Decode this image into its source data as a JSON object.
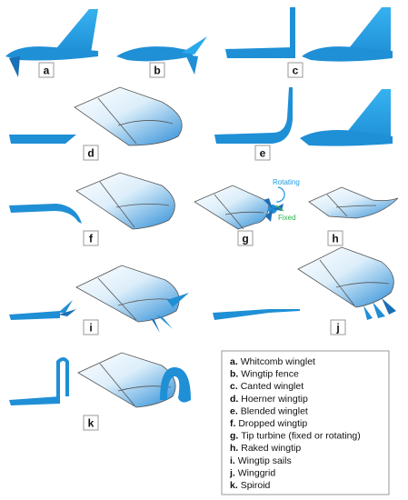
{
  "panel_labels": {
    "a": "a",
    "b": "b",
    "c": "c",
    "d": "d",
    "e": "e",
    "f": "f",
    "g": "g",
    "h": "h",
    "i": "i",
    "j": "j",
    "k": "k"
  },
  "annotations": {
    "rotating": "Rotating",
    "fixed": "Fixed"
  },
  "legend": [
    {
      "letter": "a.",
      "text": "Whitcomb winglet"
    },
    {
      "letter": "b.",
      "text": "Wingtip fence"
    },
    {
      "letter": "c.",
      "text": "Canted winglet"
    },
    {
      "letter": "d.",
      "text": "Hoerner wingtip"
    },
    {
      "letter": "e.",
      "text": "Blended winglet"
    },
    {
      "letter": "f.",
      "text": "Dropped wingtip"
    },
    {
      "letter": "g.",
      "text": "Tip turbine (fixed or rotating)"
    },
    {
      "letter": "h.",
      "text": "Raked wingtip"
    },
    {
      "letter": "i.",
      "text": "Wingtip sails"
    },
    {
      "letter": "j.",
      "text": "Winggrid"
    },
    {
      "letter": "k.",
      "text": "Spiroid"
    }
  ],
  "colors": {
    "primary_blue": "#1f8fd6",
    "light_blue": "#29a9ec",
    "dark_blue": "#1a6fb5",
    "fixed_green": "#2bb24c",
    "outline_gray": "#555555"
  }
}
